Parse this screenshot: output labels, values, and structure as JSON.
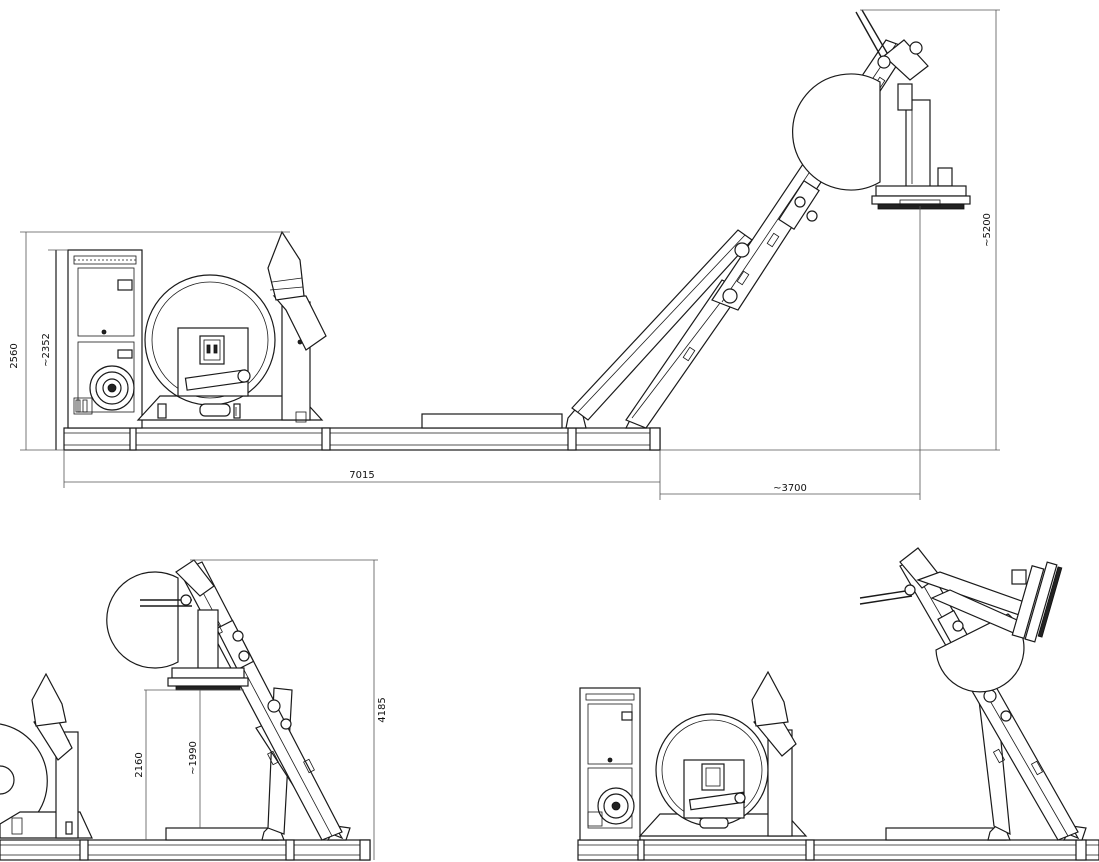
{
  "colors": {
    "line": "#1a1a1a",
    "dimension": "#555555",
    "background": "#ffffff"
  },
  "views": {
    "top": {
      "dimensions": {
        "overall_height": "2560",
        "cabinet_height": "~2352",
        "frame_length": "7015",
        "reach": "~3700",
        "max_height": "~5200"
      }
    },
    "bottom_left": {
      "dimensions": {
        "max_height": "4185",
        "head_height": "2160",
        "head_height_approx": "~1990"
      }
    },
    "bottom_right": {
      "dimensions": {}
    }
  }
}
